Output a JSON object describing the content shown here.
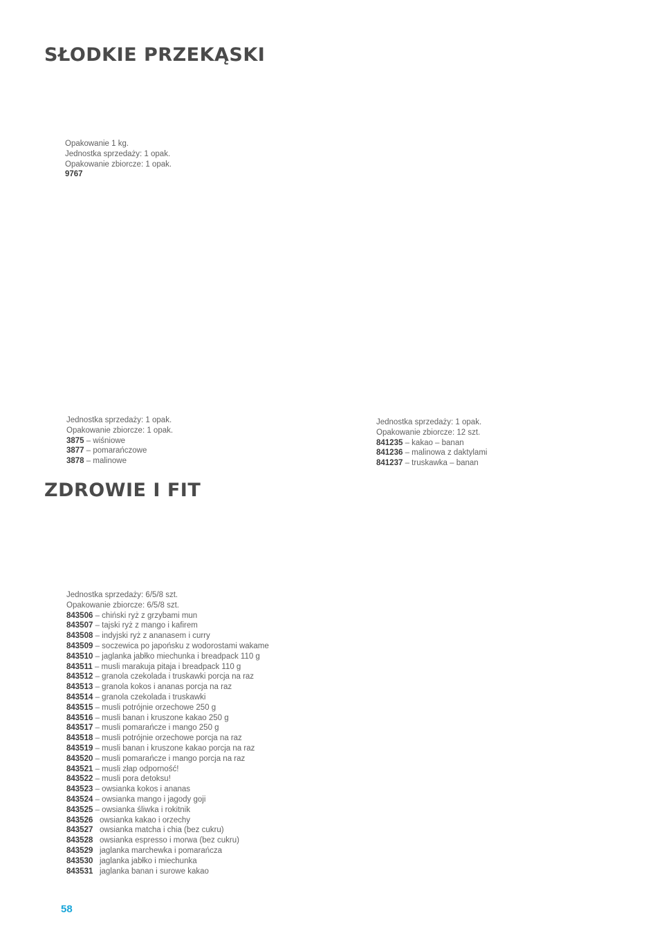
{
  "sections": {
    "sweet": {
      "title": "SŁODKIE PRZEKĄSKI"
    },
    "health": {
      "title": "ZDROWIE I FIT"
    }
  },
  "blocks": {
    "b1": {
      "lines": [
        "Opakowanie 1 kg.",
        "Jednostka sprzedaży: 1 opak.",
        "Opakowanie zbiorcze: 1 opak."
      ],
      "items": [
        {
          "code": "9767",
          "sep": "",
          "desc": ""
        }
      ]
    },
    "b2": {
      "lines": [
        "Jednostka sprzedaży: 1 opak.",
        "Opakowanie zbiorcze: 1 opak."
      ],
      "items": [
        {
          "code": "3875",
          "sep": " – ",
          "desc": "wiśniowe"
        },
        {
          "code": "3877",
          "sep": " – ",
          "desc": "pomarańczowe"
        },
        {
          "code": "3878",
          "sep": " – ",
          "desc": "malinowe"
        }
      ]
    },
    "b3": {
      "lines": [
        "Jednostka sprzedaży: 1 opak.",
        "Opakowanie zbiorcze: 12 szt."
      ],
      "items": [
        {
          "code": "841235",
          "sep": " – ",
          "desc": "kakao – banan"
        },
        {
          "code": "841236",
          "sep": " – ",
          "desc": "malinowa z daktylami"
        },
        {
          "code": "841237",
          "sep": " – ",
          "desc": "truskawka – banan"
        }
      ]
    },
    "b4": {
      "lines": [
        "Jednostka sprzedaży: 6/5/8 szt.",
        "Opakowanie zbiorcze: 6/5/8 szt."
      ],
      "items": [
        {
          "code": "843506",
          "sep": " – ",
          "desc": "chiński ryż z grzybami mun"
        },
        {
          "code": "843507",
          "sep": " – ",
          "desc": "tajski ryż z mango i kafirem"
        },
        {
          "code": "843508",
          "sep": " – ",
          "desc": "indyjski ryż z ananasem i curry"
        },
        {
          "code": "843509",
          "sep": " – ",
          "desc": "soczewica po japońsku z wodorostami wakame"
        },
        {
          "code": "843510",
          "sep": " – ",
          "desc": "jaglanka jabłko miechunka i breadpack 110 g"
        },
        {
          "code": "843511",
          "sep": " – ",
          "desc": "musli marakuja pitaja i breadpack 110 g"
        },
        {
          "code": "843512",
          "sep": " – ",
          "desc": "granola czekolada i truskawki porcja na raz"
        },
        {
          "code": "843513",
          "sep": " – ",
          "desc": "granola kokos i ananas porcja na raz"
        },
        {
          "code": "843514",
          "sep": " – ",
          "desc": "granola czekolada i truskawki"
        },
        {
          "code": "843515",
          "sep": " – ",
          "desc": "musli potrójnie orzechowe 250 g"
        },
        {
          "code": "843516",
          "sep": " – ",
          "desc": "musli banan i kruszone kakao 250 g"
        },
        {
          "code": "843517",
          "sep": " – ",
          "desc": "musli pomarańcze i mango 250 g"
        },
        {
          "code": "843518",
          "sep": " – ",
          "desc": "musli potrójnie orzechowe porcja na raz"
        },
        {
          "code": "843519",
          "sep": " – ",
          "desc": "musli banan i kruszone kakao porcja na raz"
        },
        {
          "code": "843520",
          "sep": " – ",
          "desc": "musli pomarańcze i mango porcja na raz"
        },
        {
          "code": "843521",
          "sep": " – ",
          "desc": "musli złap odporność!"
        },
        {
          "code": "843522",
          "sep": " – ",
          "desc": "musli pora detoksu!"
        },
        {
          "code": "843523",
          "sep": " – ",
          "desc": "owsianka kokos i ananas"
        },
        {
          "code": "843524",
          "sep": " – ",
          "desc": "owsianka mango i jagody goji"
        },
        {
          "code": "843525",
          "sep": " – ",
          "desc": "owsianka śliwka i rokitnik"
        },
        {
          "code": "843526",
          "sep": "   ",
          "desc": "owsianka kakao i orzechy"
        },
        {
          "code": "843527",
          "sep": "   ",
          "desc": "owsianka matcha i chia (bez cukru)"
        },
        {
          "code": "843528",
          "sep": "   ",
          "desc": "owsianka espresso i morwa (bez cukru)"
        },
        {
          "code": "843529",
          "sep": "   ",
          "desc": "jaglanka marchewka i pomarańcza"
        },
        {
          "code": "843530",
          "sep": "   ",
          "desc": "jaglanka jabłko i miechunka"
        },
        {
          "code": "843531",
          "sep": "   ",
          "desc": "jaglanka banan i surowe kakao"
        }
      ]
    }
  },
  "footer": {
    "page_number": "58"
  }
}
